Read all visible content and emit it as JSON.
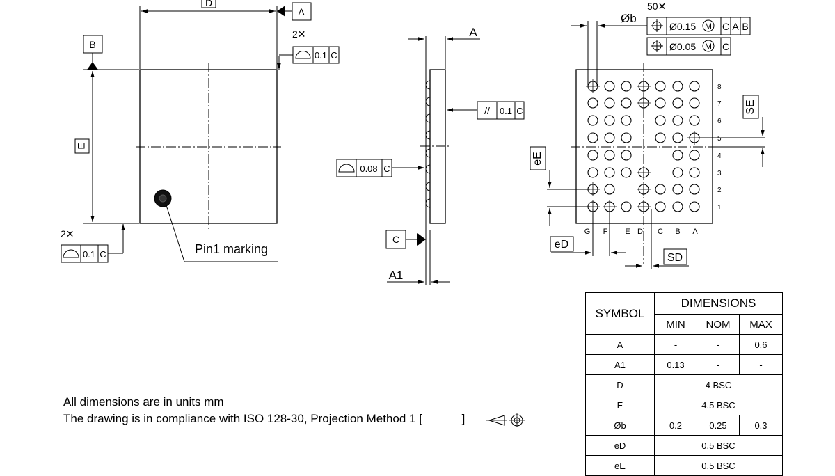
{
  "top_view": {
    "dim_D": "D",
    "dim_E": "E",
    "datum_A": "A",
    "datum_B": "B",
    "count_top": "2✕",
    "count_bottom": "2✕",
    "fcf_top": {
      "value": "0.1",
      "datum": "C"
    },
    "fcf_bottom": {
      "value": "0.1",
      "datum": "C"
    },
    "pin1_label": "Pin1 marking"
  },
  "side_view": {
    "dim_A": "A",
    "dim_A1": "A1",
    "datum_C": "C",
    "parallelism": {
      "symbol": "//",
      "value": "0.1",
      "datum": "C"
    },
    "flatness": {
      "value": "0.08",
      "datum": "C"
    }
  },
  "bottom_view": {
    "ball_count": "50✕",
    "dim_b": "Øb",
    "fcf1": {
      "value": "Ø0.15",
      "mod": "M",
      "datums": [
        "C",
        "A",
        "B"
      ]
    },
    "fcf2": {
      "value": "Ø0.05",
      "mod": "M",
      "datums": [
        "C"
      ]
    },
    "row_labels": [
      "8",
      "7",
      "6",
      "5",
      "4",
      "3",
      "2",
      "1"
    ],
    "col_labels": [
      "G",
      "F",
      "E",
      "D",
      "C",
      "B",
      "A"
    ],
    "dim_SE": "SE",
    "dim_eE": "eE",
    "dim_eD": "eD",
    "dim_SD": "SD"
  },
  "notes": {
    "line1": "All dimensions are in units mm",
    "line2_prefix": "The drawing is in compliance with ISO 128-30, Projection Method 1 [",
    "line2_suffix": " ]"
  },
  "table": {
    "symbol_header": "SYMBOL",
    "dimensions_header": "DIMENSIONS",
    "min": "MIN",
    "nom": "NOM",
    "max": "MAX",
    "rows": [
      {
        "symbol": "A",
        "min": "-",
        "nom": "-",
        "max": "0.6"
      },
      {
        "symbol": "A1",
        "min": "0.13",
        "nom": "-",
        "max": "-"
      },
      {
        "symbol": "D",
        "bsc": "4 BSC"
      },
      {
        "symbol": "E",
        "bsc": "4.5 BSC"
      },
      {
        "symbol": "Øb",
        "min": "0.2",
        "nom": "0.25",
        "max": "0.3"
      },
      {
        "symbol": "eD",
        "bsc": "0.5 BSC"
      },
      {
        "symbol": "eE",
        "bsc": "0.5 BSC"
      }
    ]
  }
}
